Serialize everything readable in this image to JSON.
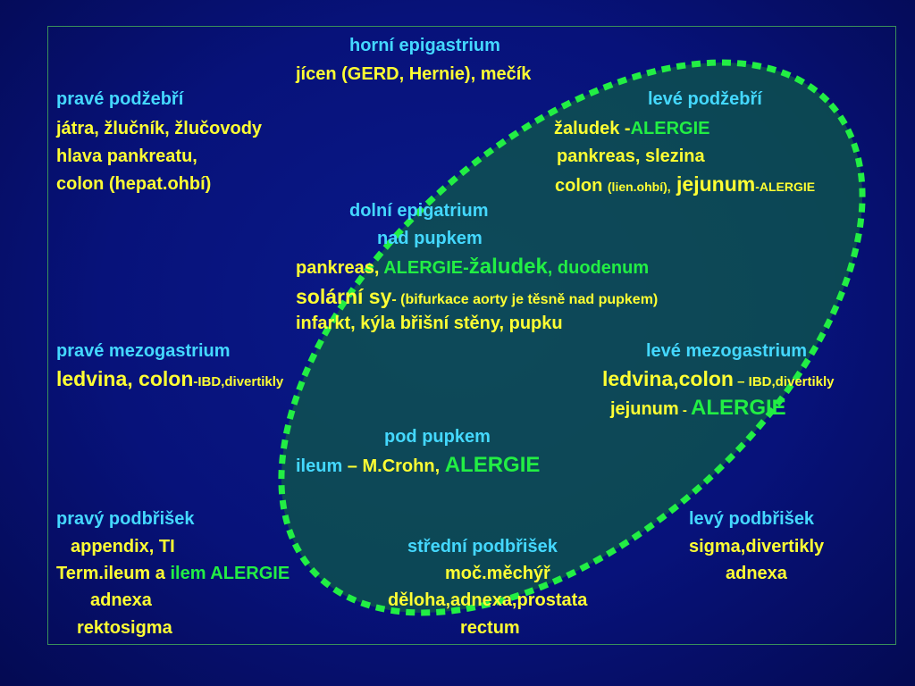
{
  "colors": {
    "background": "#07127a",
    "heading": "#44d8ff",
    "text": "#ffff33",
    "allergy": "#22ee44",
    "ellipse": "#22ee44"
  },
  "epigastrium": {
    "title": "horní epigastrium",
    "line": "jícen (GERD, Hernie), mečík"
  },
  "right_hypochondrium": {
    "title": "pravé podžebří",
    "l1": "játra, žlučník, žlučovody",
    "l2": "hlava pankreatu,",
    "l3": "colon (hepat.ohbí)"
  },
  "left_hypochondrium": {
    "title": "levé podžebří",
    "l1_a": "žaludek -",
    "l1_b": "ALERGIE",
    "l2": "pankreas, slezina",
    "l3_a": "colon ",
    "l3_b": "(lien.ohbí),",
    "l3_c": " jejunum",
    "l3_d": "-ALERGIE"
  },
  "mid_epigastrium": {
    "title": "dolní epigatrium",
    "sub": "nad pupkem",
    "l1_a": "pankreas, ",
    "l1_b": "ALERGIE-",
    "l1_c": "žaludek",
    "l1_d": ", duodenum",
    "l2_a": "solární sy",
    "l2_b": "- (bifurkace aorty je těsně nad pupkem)",
    "l3": "infarkt, kýla břišní stěny, pupku"
  },
  "right_mesogastrium": {
    "title": "pravé mezogastrium",
    "l1_a": "ledvina, colon",
    "l1_b": "-IBD,divertikly"
  },
  "left_mesogastrium": {
    "title": "levé mezogastrium",
    "l1_a": "ledvina,colon",
    "l1_b": " – IBD,divertikly",
    "l2_a": "jejunum",
    "l2_b": " - ",
    "l2_c": "ALERGIE"
  },
  "below_navel": {
    "title": "pod pupkem",
    "l1_a": "ileum",
    "l1_b": " – M.Crohn, ",
    "l1_c": "ALERGIE"
  },
  "right_hypogastrium": {
    "title": "pravý podbřišek",
    "l1": "appendix, TI",
    "l2_a": "Term.ileum a ",
    "l2_b": "ilem ALERGIE",
    "l3": "adnexa",
    "l4": "rektosigma"
  },
  "middle_hypogastrium": {
    "title": "střední podbřišek",
    "l1": "moč.měchýř",
    "l2": "děloha,adnexa,prostata",
    "l3": "rectum"
  },
  "left_hypogastrium": {
    "title": "levý  podbřišek",
    "l1": "sigma,divertikly",
    "l2": "adnexa"
  }
}
